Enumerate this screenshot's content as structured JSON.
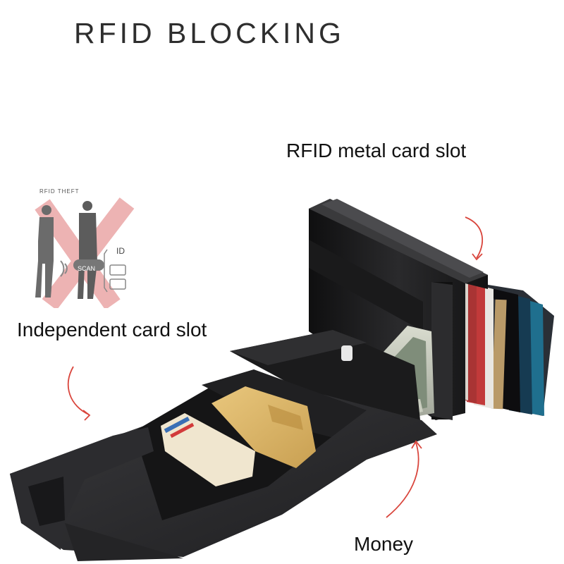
{
  "title": "RFID BLOCKING",
  "labels": {
    "rfid_slot": "RFID metal card slot",
    "independent_slot": "Independent card slot",
    "money": "Money"
  },
  "illustration": {
    "theft": "RFID THEFT",
    "scan": "SCAN",
    "id": "ID"
  },
  "colors": {
    "arrow": "#d9453c",
    "leather": "#2b2b2d",
    "metal": "#1c1c1e",
    "cross": "#e8a0a0"
  }
}
